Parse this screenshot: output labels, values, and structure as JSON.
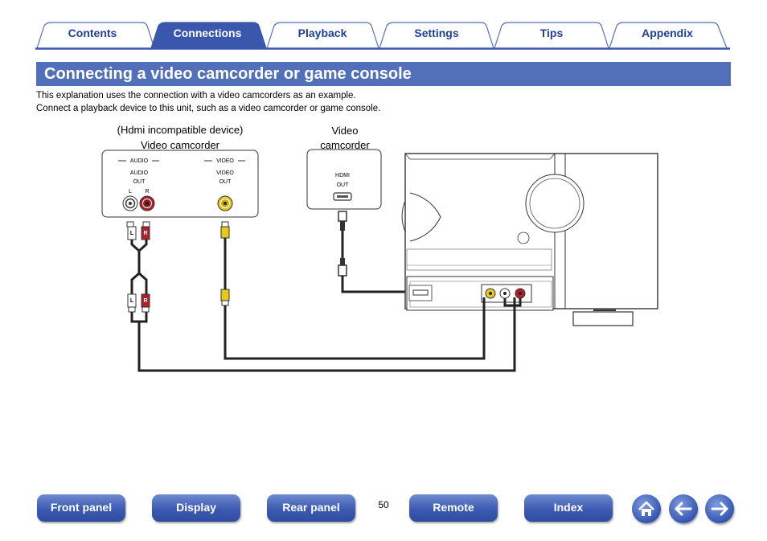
{
  "tabs": [
    {
      "label": "Contents",
      "active": false
    },
    {
      "label": "Connections",
      "active": true
    },
    {
      "label": "Playback",
      "active": false
    },
    {
      "label": "Settings",
      "active": false
    },
    {
      "label": "Tips",
      "active": false
    },
    {
      "label": "Appendix",
      "active": false
    }
  ],
  "page": {
    "title": "Connecting a video camcorder or game console",
    "para1": "This explanation uses the connection with a video camcorders as an example.",
    "para2": "Connect a playback device to this unit, such as a video camcorder or game console."
  },
  "diagram": {
    "device1_caption_line1": "(Hdmi incompatible device)",
    "device1_caption_line2": "Video camcorder",
    "device1_audio_header": "AUDIO",
    "device1_audio_out_line1": "AUDIO",
    "device1_audio_out_line2": "OUT",
    "device1_audio_l": "L",
    "device1_audio_r": "R",
    "device1_video_header": "VIDEO",
    "device1_video_out_line1": "VIDEO",
    "device1_video_out_line2": "OUT",
    "device2_caption_line1": "Video",
    "device2_caption_line2": "camcorder",
    "device2_hdmi_line1": "HDMI",
    "device2_hdmi_line2": "OUT",
    "plug_l": "L",
    "plug_r": "R"
  },
  "footer": {
    "front_panel": "Front panel",
    "display": "Display",
    "rear_panel": "Rear panel",
    "page_number": "50",
    "remote": "Remote",
    "index": "Index"
  },
  "colors": {
    "accent": "#5270b9",
    "tab_active": "#3a56ad",
    "tab_text": "#1f3f9a",
    "video_yellow": "#e8c81a",
    "audio_red": "#b0202a"
  },
  "icons": [
    "home-icon",
    "arrow-left-icon",
    "arrow-right-icon"
  ]
}
